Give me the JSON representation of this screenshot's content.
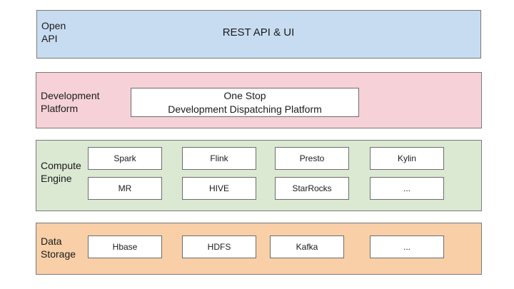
{
  "layers": {
    "open_api": {
      "label": "Open\nAPI",
      "title": "REST API & UI",
      "color": "#c8dcf1"
    },
    "development_platform": {
      "label": "Development\nPlatform",
      "box_line1": "One Stop",
      "box_line2": "Development Dispatching Platform",
      "color": "#f6d2d8"
    },
    "compute_engine": {
      "label": "Compute\nEngine",
      "items": [
        "Spark",
        "Flink",
        "Presto",
        "Kylin",
        "MR",
        "HIVE",
        "StarRocks",
        "..."
      ],
      "color": "#dbe9d3"
    },
    "data_storage": {
      "label": "Data\nStorage",
      "items": [
        "Hbase",
        "HDFS",
        "Kafka",
        "..."
      ],
      "color": "#f8cfa7"
    }
  }
}
